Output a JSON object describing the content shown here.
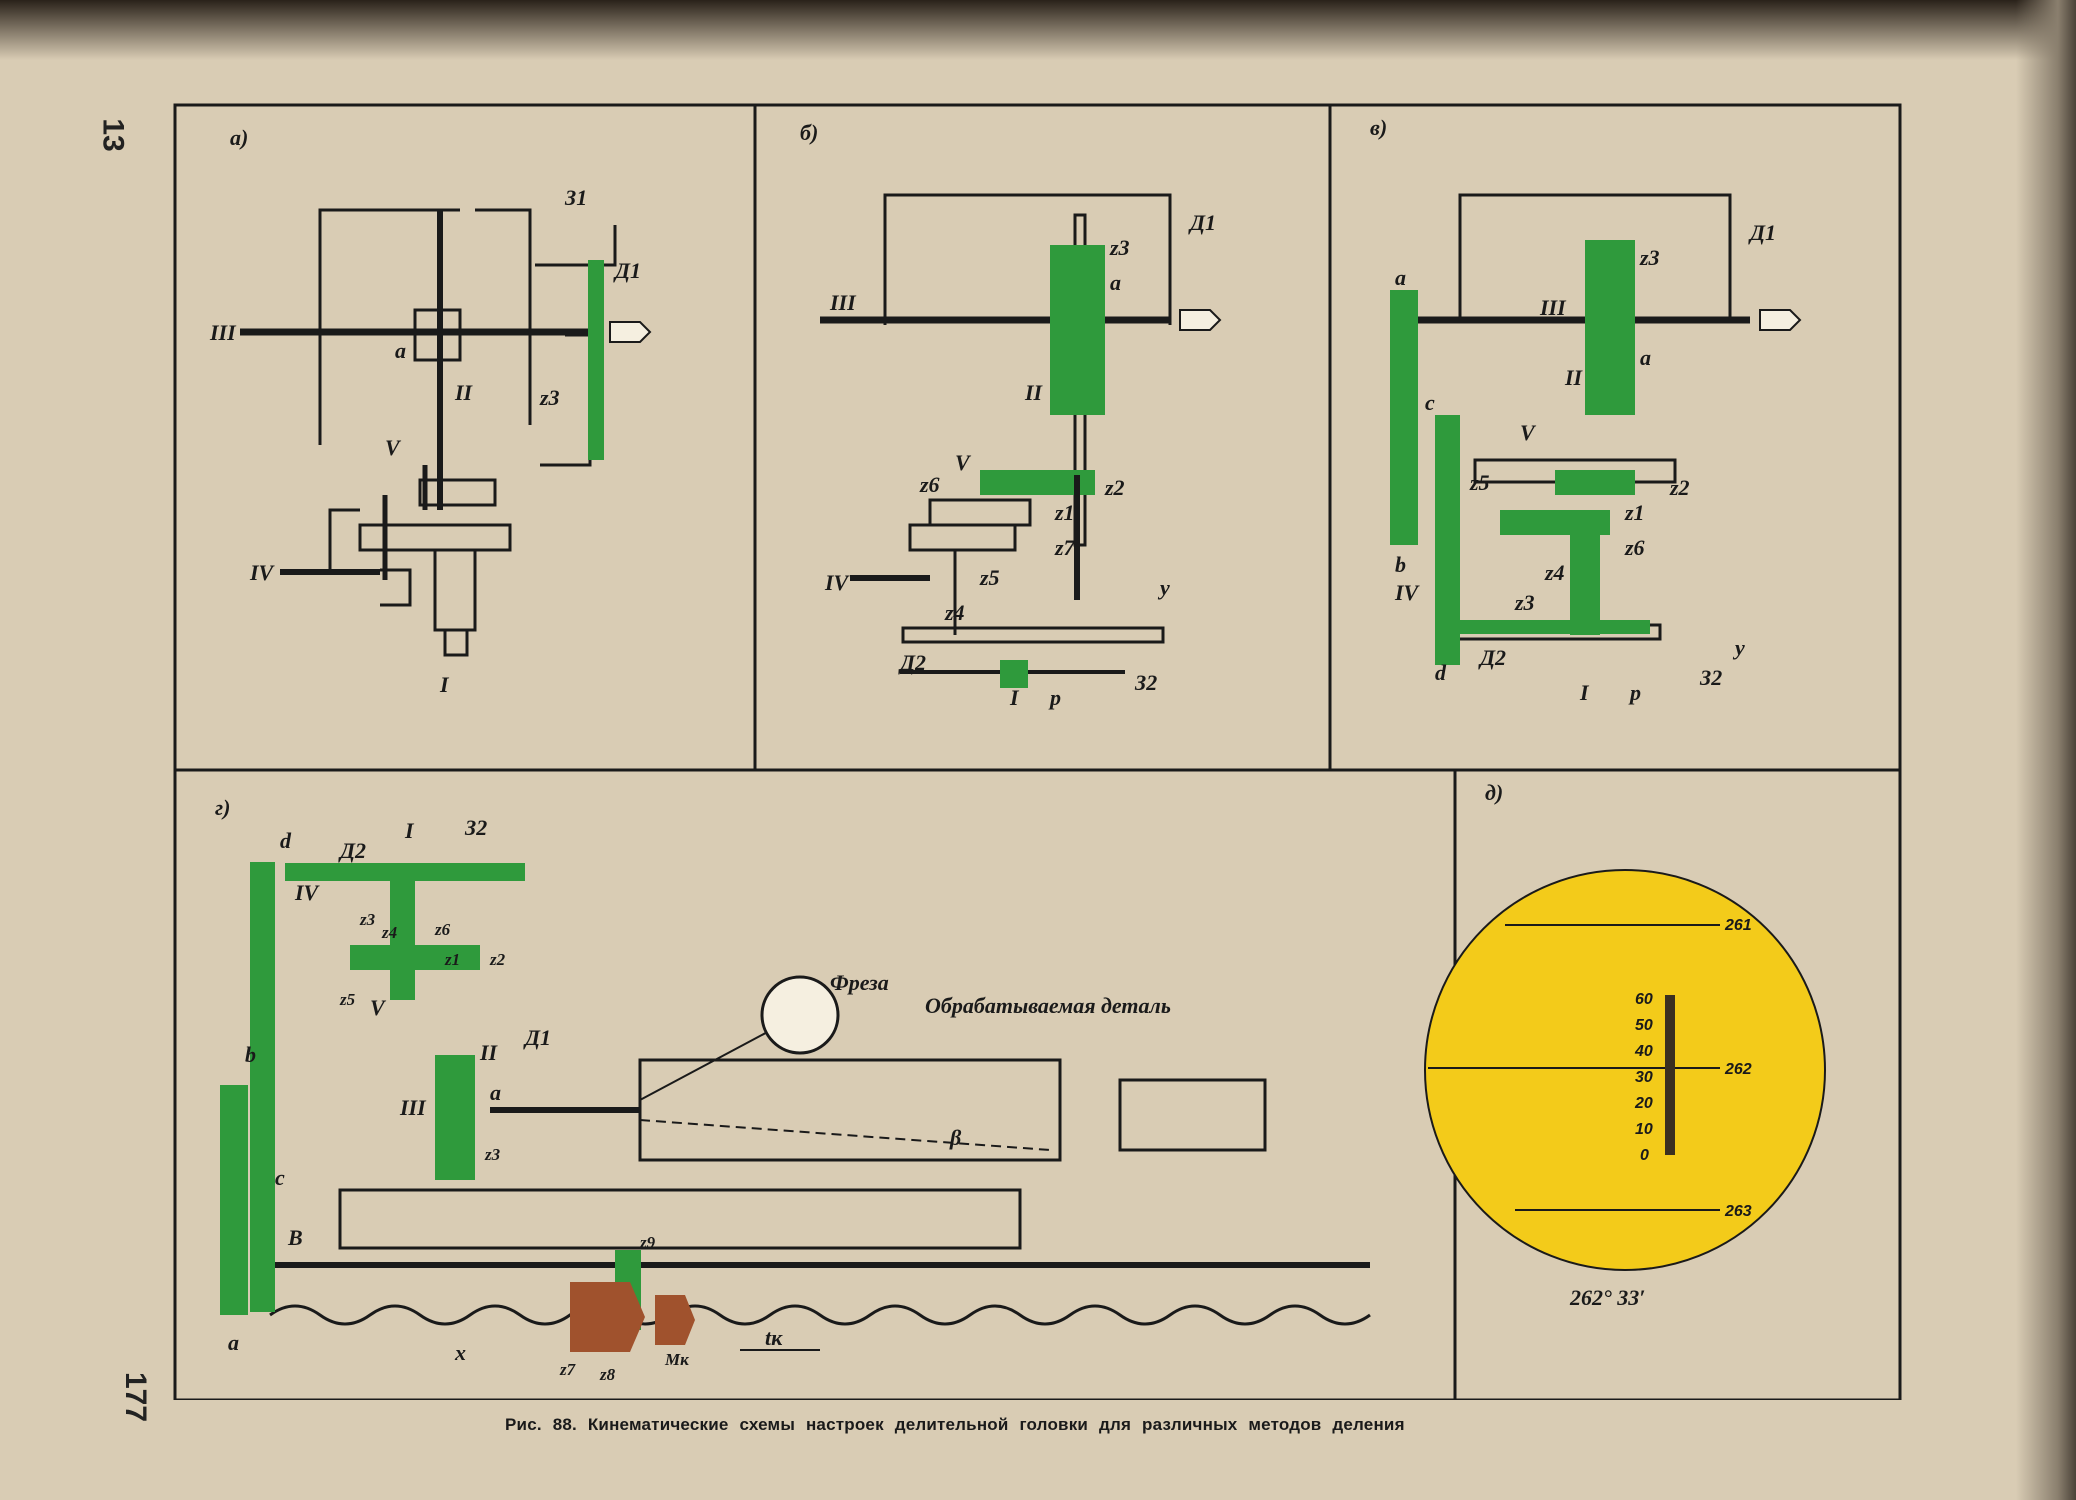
{
  "page_numbers": {
    "top": "13",
    "bottom": "177"
  },
  "caption": "Рис. 88. Кинематические схемы настроек делительной головки для различных методов деления",
  "panels": {
    "a": {
      "label": "а)",
      "labels": [
        "З1",
        "Д1",
        "III",
        "a",
        "II",
        "z3",
        "V",
        "IV",
        "I"
      ]
    },
    "b": {
      "label": "б)",
      "labels": [
        "Д1",
        "z3",
        "a",
        "III",
        "II",
        "V",
        "z6",
        "z2",
        "z1",
        "z7",
        "IV",
        "z5",
        "z4",
        "y",
        "Д2",
        "I",
        "p",
        "З2"
      ]
    },
    "v": {
      "label": "в)",
      "labels": [
        "Д1",
        "z3",
        "a",
        "III",
        "II",
        "a",
        "c",
        "V",
        "z5",
        "z2",
        "z1",
        "z6",
        "z4",
        "IV",
        "b",
        "z3",
        "y",
        "Д2",
        "d",
        "I",
        "p",
        "З2"
      ]
    },
    "g": {
      "label": "г)",
      "labels": [
        "d",
        "I",
        "З2",
        "Д2",
        "IV",
        "z3",
        "z4",
        "z6",
        "z1",
        "z2",
        "z5",
        "V",
        "b",
        "II",
        "Д1",
        "III",
        "a",
        "z3",
        "c",
        "B",
        "a",
        "x",
        "z9",
        "z7",
        "z8",
        "Mк",
        "tк"
      ],
      "cutter_label": "Фреза",
      "workpiece_label": "Обрабатываемая деталь",
      "angle_label": "β"
    },
    "d": {
      "label": "д)",
      "degree_marks": [
        "261",
        "262",
        "263"
      ],
      "scale_ticks": [
        "60",
        "50",
        "40",
        "30",
        "20",
        "10",
        "0"
      ],
      "reading": "262° 33′"
    }
  },
  "colors": {
    "gear_green": "#2f9a3c",
    "gear_brown": "#a0522d",
    "lens_yellow": "#f3cb1a",
    "line": "#1a1a1a"
  }
}
